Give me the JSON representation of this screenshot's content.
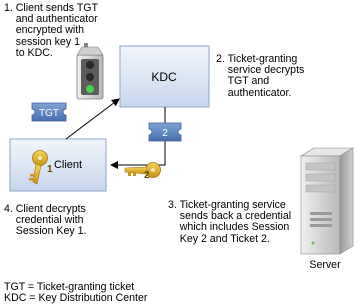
{
  "steps": [
    {
      "text": "1. Client sends TGT\n    and authenticator\n    encrypted with\n    session key 1\n    to KDC."
    },
    {
      "text": "2. Ticket-granting\n    service decrypts\n    TGT and\n    authenticator."
    },
    {
      "text": "3. Ticket-granting service\n    sends back a credential\n    which includes Session\n    Key 2 and Ticket 2."
    },
    {
      "text": "4. Client decrypts\n    credential with\n    Session Key 1."
    }
  ],
  "nodes": {
    "kdc": "KDC",
    "client": "Client",
    "server": "Server"
  },
  "tags": {
    "tgt": "TGT",
    "ticket2": "2"
  },
  "keys": {
    "key1": "1",
    "key2": "2"
  },
  "legend": [
    "TGT = Ticket-granting ticket",
    "KDC = Key Distribution Center"
  ],
  "colors": {
    "box_fill_top": "#eef3fb",
    "box_fill_bottom": "#c9d8ee",
    "box_border": "#8da6c9",
    "tag_fill": "#5b84c0",
    "arrow": "#000000",
    "key_fill": "#e2b52c",
    "server_body": "#d8d8d8"
  }
}
